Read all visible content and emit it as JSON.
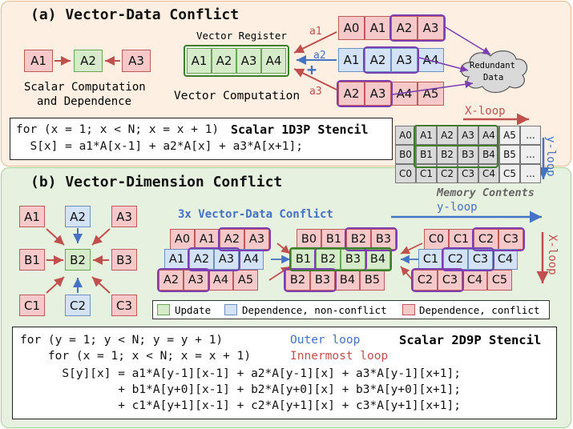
{
  "colors": {
    "red": "#f5c9c9",
    "blue": "#d3e2f4",
    "green": "#d5ebc9",
    "purple": "#7b3fb3",
    "arrow_red": "#c0504d",
    "arrow_blue": "#4472c4"
  },
  "panel_a": {
    "title": "(a) Vector-Data Conflict",
    "scalar_cells": [
      "A1",
      "A2",
      "A3"
    ],
    "scalar_caption_1": "Scalar Computation",
    "scalar_caption_2": "and Dependence",
    "vector_register_label": "Vector Register",
    "vector_register": [
      "A1",
      "A2",
      "A3",
      "A4"
    ],
    "vector_computation_label": "Vector Computation",
    "arrow_labels": {
      "a1": "a1",
      "a2": "a2",
      "a3": "a3",
      "plus": "+"
    },
    "row_a1": [
      "A0",
      "A1",
      "A2",
      "A3"
    ],
    "row_a2": [
      "A1",
      "A2",
      "A3",
      "A4"
    ],
    "row_a3": [
      "A2",
      "A3",
      "A4",
      "A5"
    ],
    "cloud_line1": "Redundant",
    "cloud_line2": "Data",
    "code_line1": "for (x = 1; x < N; x = x + 1)",
    "code_line2": "  S[x] = a1*A[x-1] + a2*A[x] + a3*A[x+1];",
    "code_title": "Scalar 1D3P Stencil",
    "x_loop": "X-loop",
    "y_loop": "y-loop",
    "memory_label": "Memory Contents",
    "memory_rows": [
      [
        "A0",
        "A1",
        "A2",
        "A3",
        "A4",
        "A5",
        "..."
      ],
      [
        "B0",
        "B1",
        "B2",
        "B3",
        "B4",
        "B5",
        "..."
      ],
      [
        "C0",
        "C1",
        "C2",
        "C3",
        "C4",
        "C5",
        "..."
      ]
    ]
  },
  "panel_b": {
    "title": "(b) Vector-Dimension Conflict",
    "grid": [
      [
        "A1",
        "A2",
        "A3"
      ],
      [
        "B1",
        "B2",
        "B3"
      ],
      [
        "C1",
        "C2",
        "C3"
      ]
    ],
    "conflict_label": "3x Vector-Data Conflict",
    "y_loop": "y-loop",
    "x_loop": "X-loop",
    "group_a": {
      "top": [
        "A0",
        "A1",
        "A2",
        "A3"
      ],
      "mid": [
        "A1",
        "A2",
        "A3",
        "A4"
      ],
      "bot": [
        "A2",
        "A3",
        "A4",
        "A5"
      ]
    },
    "group_b": {
      "top": [
        "B0",
        "B1",
        "B2",
        "B3"
      ],
      "mid": [
        "B1",
        "B2",
        "B3",
        "B4"
      ],
      "bot": [
        "B2",
        "B3",
        "B4",
        "B5"
      ]
    },
    "group_c": {
      "top": [
        "C0",
        "C1",
        "C2",
        "C3"
      ],
      "mid": [
        "C1",
        "C2",
        "C3",
        "C4"
      ],
      "bot": [
        "C2",
        "C3",
        "C4",
        "C5"
      ]
    },
    "legend": [
      "Update",
      "Dependence, non-conflict",
      "Dependence, conflict"
    ],
    "code_line1": "for (y = 1; y < N; y = y + 1)",
    "code_line2": "    for (x = 1; x < N; x = x + 1)",
    "code_line3": "      S[y][x] = a1*A[y-1][x-1] + a2*A[y-1][x] + a3*A[y-1][x+1];",
    "code_line4": "              + b1*A[y+0][x-1] + b2*A[y+0][x] + b3*A[y+0][x+1];",
    "code_line5": "              + c1*A[y+1][x-1] + c2*A[y+1][x] + c3*A[y+1][x+1];",
    "outer_loop": "Outer loop",
    "innermost_loop": "Innermost loop",
    "code_title": "Scalar 2D9P Stencil"
  }
}
